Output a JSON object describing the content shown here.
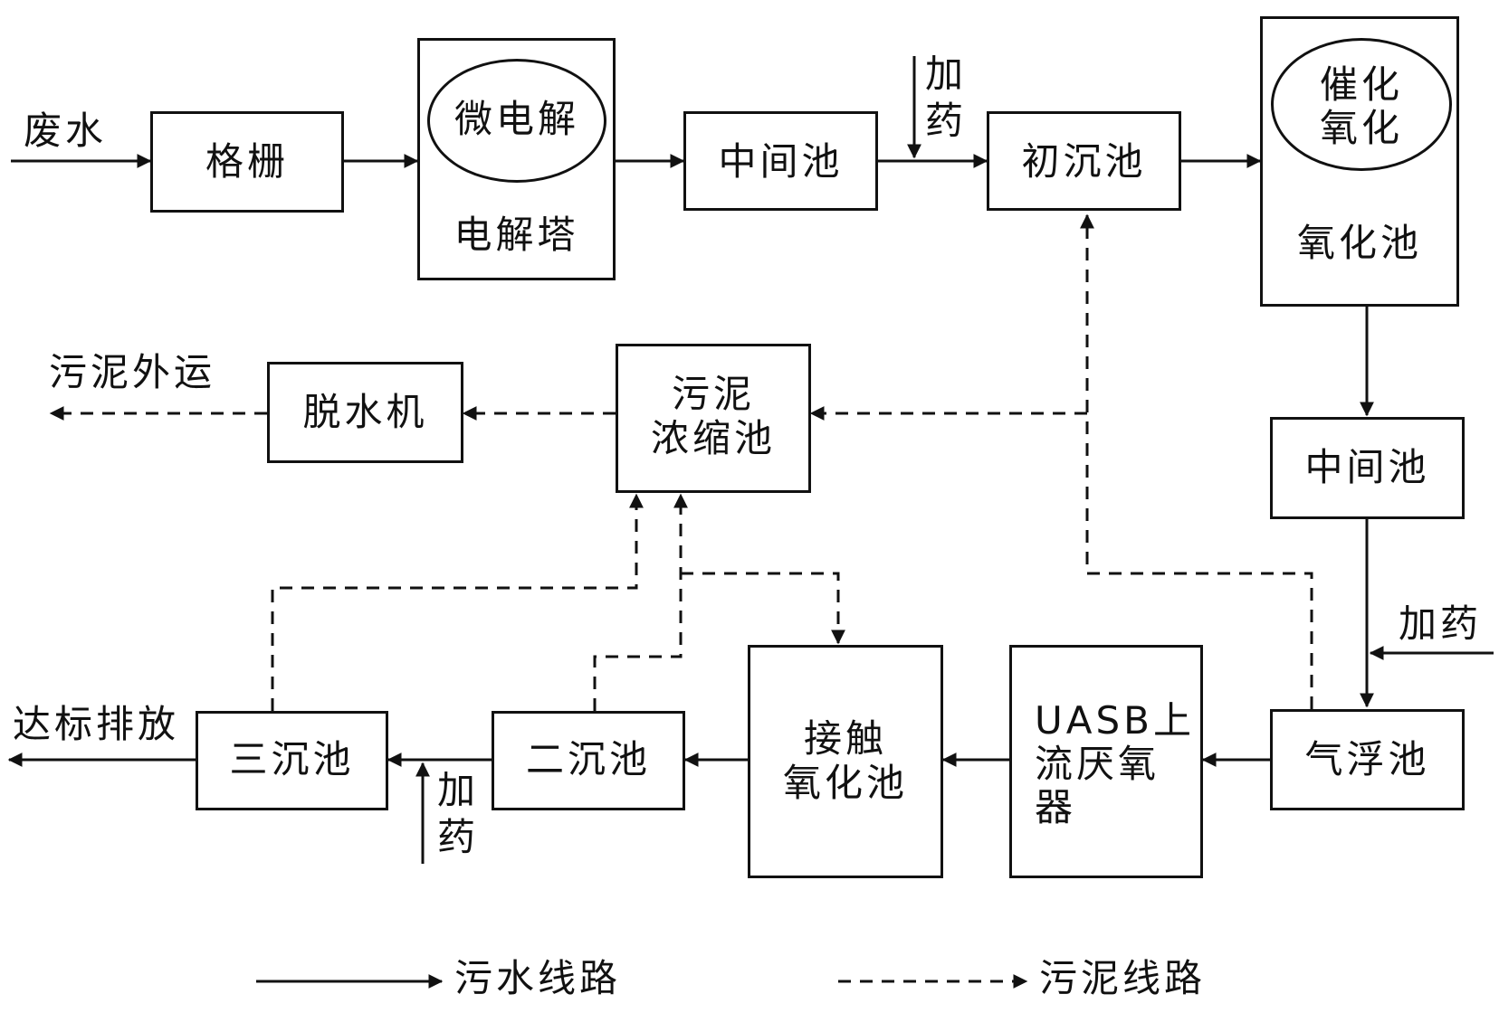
{
  "inputs": {
    "wastewater": "废水"
  },
  "dosing": {
    "d1_line1": "加",
    "d1_line2": "药",
    "d2": "加药",
    "d3_line1": "加",
    "d3_line2": "药"
  },
  "units": {
    "grating": "格栅",
    "electrolysis_inner": "微电解",
    "electrolysis_tower": "电解塔",
    "middle_pool_1": "中间池",
    "primary_settling": "初沉池",
    "catalytic_line1": "催化",
    "catalytic_line2": "氧化",
    "oxidation_pool": "氧化池",
    "middle_pool_2": "中间池",
    "air_flotation": "气浮池",
    "uasb_line1": "UASB上",
    "uasb_line2": "流厌氧",
    "uasb_line3": "器",
    "contact_line1": "接触",
    "contact_line2": "氧化池",
    "secondary_settling": "二沉池",
    "tertiary_settling": "三沉池",
    "sludge_line1": "污泥",
    "sludge_line2": "浓缩池",
    "dewatering": "脱水机"
  },
  "outputs": {
    "sludge_out": "污泥外运",
    "discharge": "达标排放"
  },
  "legend": {
    "water_line": "污水线路",
    "sludge_line": "污泥线路"
  },
  "colors": {
    "stroke": "#111111",
    "background": "#ffffff"
  }
}
